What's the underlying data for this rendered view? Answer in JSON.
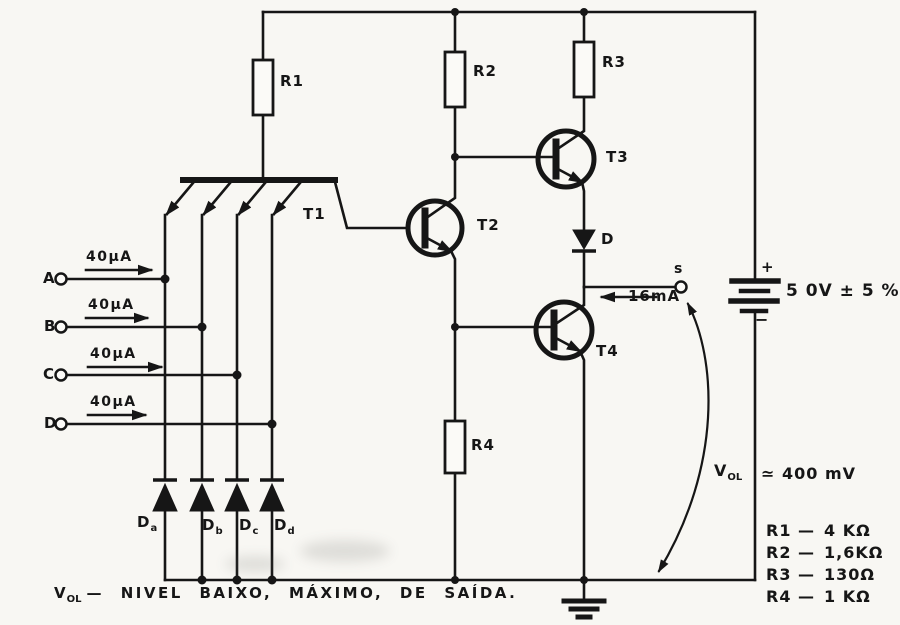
{
  "colors": {
    "ink": "#161616",
    "paper": "#f8f7f3"
  },
  "inputs": [
    {
      "label": "A",
      "current": "40µA"
    },
    {
      "label": "B",
      "current": "40µA"
    },
    {
      "label": "C",
      "current": "40µA"
    },
    {
      "label": "D",
      "current": "40µA"
    }
  ],
  "transistors": {
    "t1": "T1",
    "t2": "T2",
    "t3": "T3",
    "t4": "T4"
  },
  "resistors": {
    "r1": "R1",
    "r2": "R2",
    "r3": "R3",
    "r4": "R4"
  },
  "output_diode": "D",
  "clamp_diodes": [
    {
      "sym": "D",
      "sub": "a"
    },
    {
      "sym": "D",
      "sub": "b"
    },
    {
      "sym": "D",
      "sub": "c"
    },
    {
      "sym": "D",
      "sub": "d"
    }
  ],
  "output": {
    "terminal": "s",
    "sink_current": "16mA",
    "vol_sym": "V",
    "vol_sub": "OL",
    "vol_value": "≃ 400 mV"
  },
  "supply": {
    "plus": "+",
    "minus": "−",
    "value": "5 0V ± 5 %"
  },
  "parts_list": {
    "dash": "—",
    "items": [
      {
        "name": "R1",
        "value": "4 KΩ"
      },
      {
        "name": "R2",
        "value": "1,6KΩ"
      },
      {
        "name": "R3",
        "value": "130Ω"
      },
      {
        "name": "R4",
        "value": "1 KΩ"
      }
    ]
  },
  "caption": {
    "sym": "V",
    "sub": "OL",
    "rest": "— NIVEL BAIXO, MÁXIMO, DE SAÍDA."
  }
}
